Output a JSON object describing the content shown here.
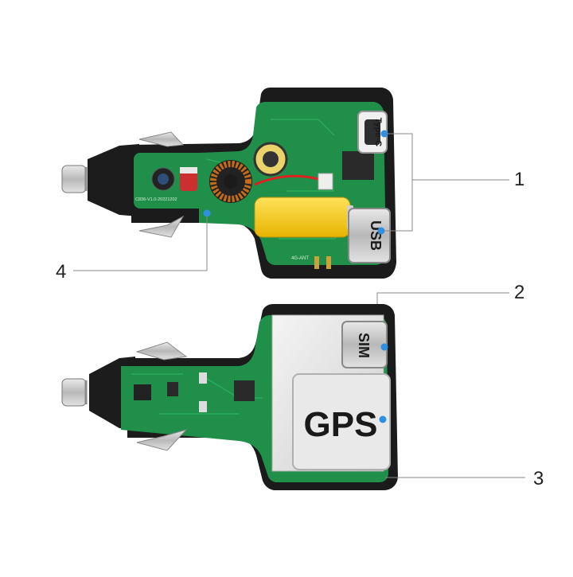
{
  "callouts": {
    "c1": "1",
    "c2": "2",
    "c3": "3",
    "c4": "4"
  },
  "top_device": {
    "type_c_label": "Type-C",
    "usb_label": "USB",
    "pcb_text": "C836-V1.0-20221202",
    "ant_text": "4G-ANT"
  },
  "bottom_device": {
    "sim_label": "SIM",
    "gps_label": "GPS"
  },
  "colors": {
    "pcb_green": "#1f8f4a",
    "pcb_dark": "#157038",
    "housing": "#1b1b1b",
    "dot_blue": "#2f8fe0",
    "leader_gray": "#8a8a8a"
  }
}
